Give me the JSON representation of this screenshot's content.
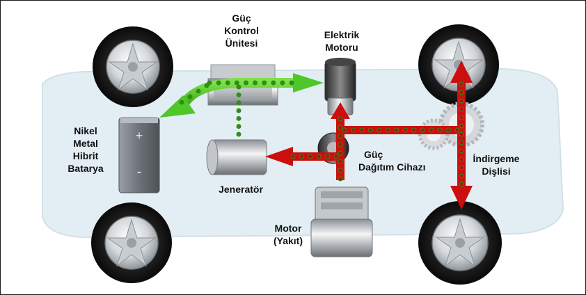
{
  "labels": {
    "power_control_unit": [
      "Güç",
      "Kontrol",
      "Ünitesi"
    ],
    "electric_motor": [
      "Elektrik",
      "Motoru"
    ],
    "battery": [
      "Nikel",
      "Metal",
      "Hibrit",
      "Batarya"
    ],
    "power_split": [
      "Güç",
      "Dağıtım Cihazı"
    ],
    "generator": [
      "Jeneratör"
    ],
    "reduction_gear": [
      "İndirgeme",
      "Dişlisi"
    ],
    "engine": [
      "Motor",
      "(Yakıt)"
    ]
  },
  "battery_symbols": {
    "plus": "+",
    "minus": "-"
  },
  "colors": {
    "electric_flow": "#4fc72a",
    "mechanical_flow": "#cc0e0e",
    "flow_marker": "#2f8f14",
    "car_body": "#e3eef4"
  }
}
